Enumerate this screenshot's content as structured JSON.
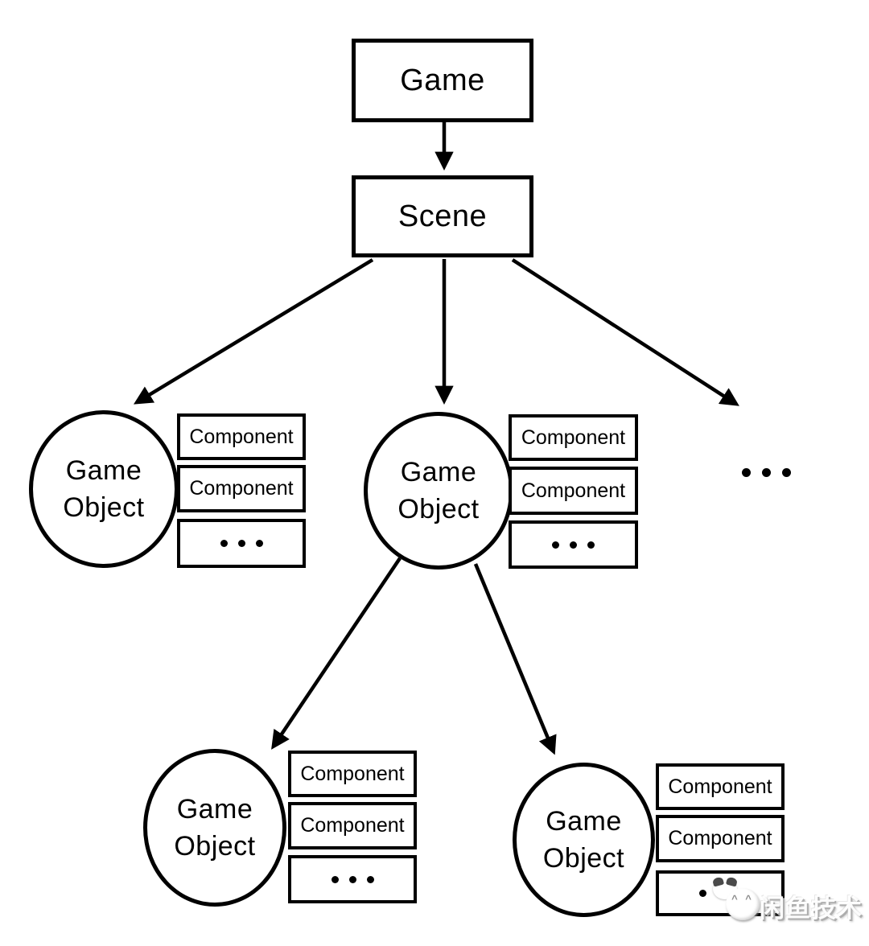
{
  "nodes": {
    "game": "Game",
    "scene": "Scene"
  },
  "labels": {
    "game_object_line1": "Game",
    "game_object_line2": "Object",
    "component": "Component",
    "ellipsis": "• • •",
    "more_nodes_ellipsis": "• • •"
  },
  "watermark": {
    "text": "闲鱼技术",
    "mascot_eyes": "^ ^"
  },
  "colors": {
    "stroke": "#000000",
    "background": "#ffffff",
    "watermark_gray": "#adadad"
  }
}
